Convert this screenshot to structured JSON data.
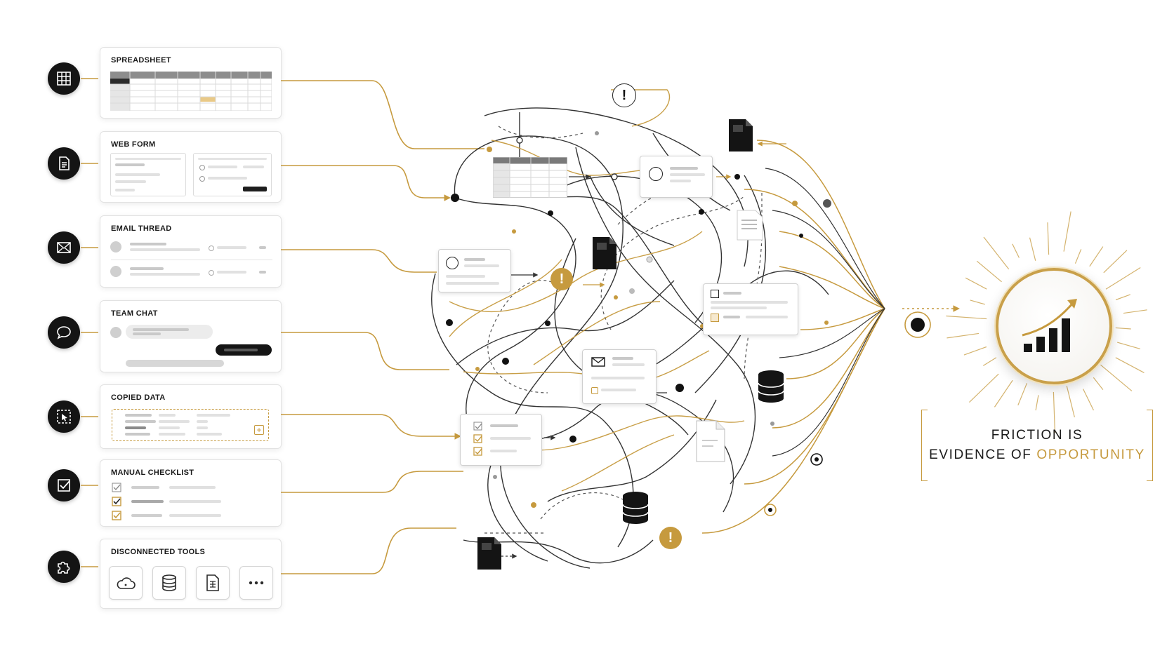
{
  "sources": [
    {
      "label": "SPREADSHEET",
      "icon": "grid-icon"
    },
    {
      "label": "WEB FORM",
      "icon": "document-icon"
    },
    {
      "label": "EMAIL THREAD",
      "icon": "envelope-icon"
    },
    {
      "label": "TEAM CHAT",
      "icon": "chat-bubble-icon"
    },
    {
      "label": "COPIED DATA",
      "icon": "copy-cursor-icon"
    },
    {
      "label": "MANUAL CHECKLIST",
      "icon": "checkbox-icon"
    },
    {
      "label": "DISCONNECTED TOOLS",
      "icon": "puzzle-icon"
    }
  ],
  "disconnected_tools": [
    "cloud-icon",
    "database-icon",
    "spreadsheet-file-icon",
    "more-dots-icon"
  ],
  "result": {
    "line1": "FRICTION IS",
    "line2_prefix": "EVIDENCE OF ",
    "line2_highlight": "OPPORTUNITY",
    "icon": "rising-bar-chart-icon"
  },
  "colors": {
    "accent_gold": "#c69a3e",
    "ink": "#141414",
    "line_gray": "#9a9a9a"
  }
}
